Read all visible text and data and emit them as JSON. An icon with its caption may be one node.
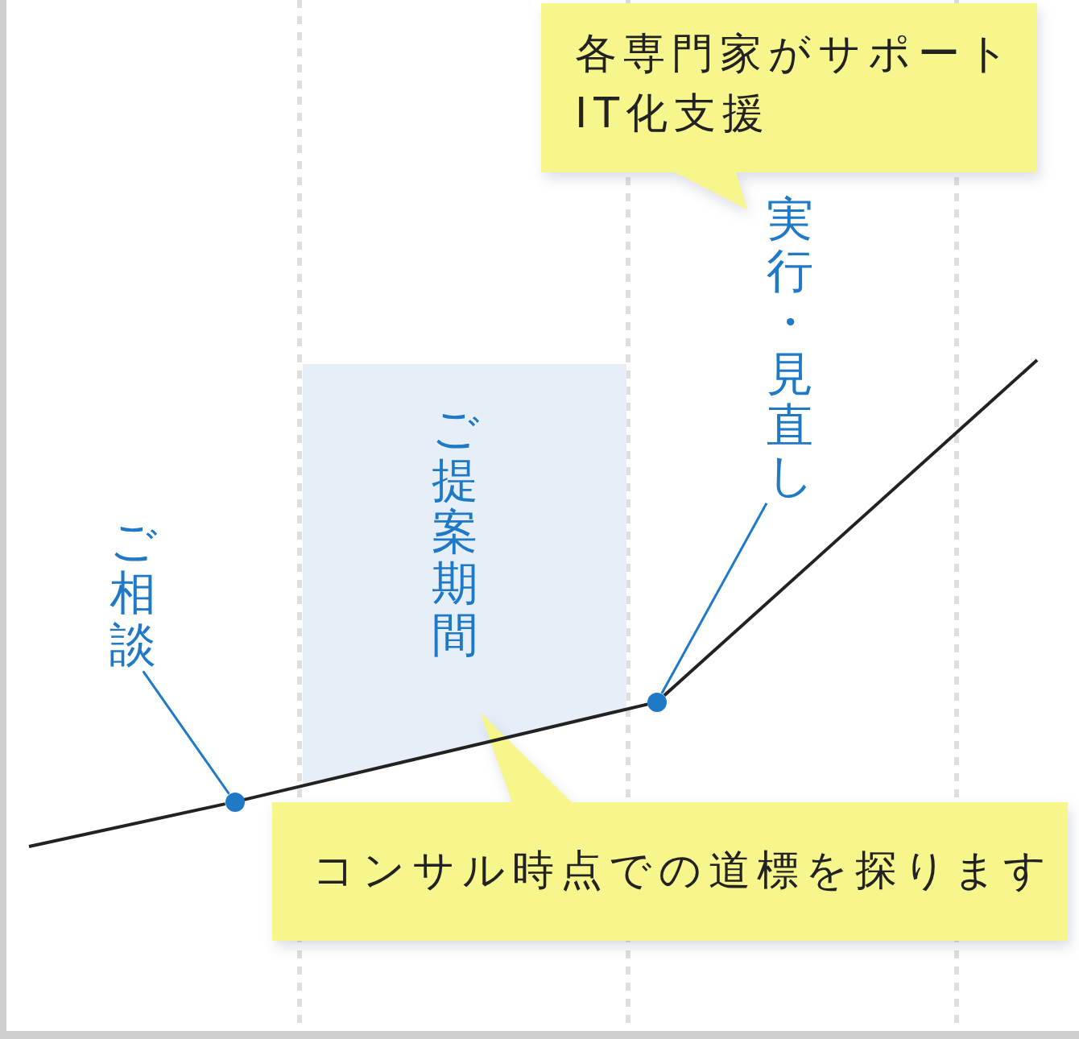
{
  "diagram": {
    "nodes": [
      {
        "text": [
          "各専門家がサポート",
          "IT化支援"
        ]
      },
      {
        "text": [
          "実行・見直し"
        ]
      },
      {
        "text": [
          "ご提案期間"
        ]
      },
      {
        "text": [
          "ご相談"
        ]
      },
      {
        "text": [],
        "shape": "circle"
      },
      {
        "text": [],
        "shape": "circle"
      },
      {
        "text": [
          "コンサル時点での道標を探ります"
        ]
      }
    ],
    "edges": [
      {
        "from": null,
        "to": 4,
        "arrow": "none"
      },
      {
        "from": 4,
        "to": 5,
        "arrow": "none"
      },
      {
        "from": 5,
        "to": null,
        "arrow": "none"
      },
      {
        "from": 3,
        "to": 4,
        "arrow": "none",
        "color": "#1f79c6"
      },
      {
        "from": 1,
        "to": 5,
        "arrow": "none",
        "color": "#1f79c6"
      }
    ]
  }
}
